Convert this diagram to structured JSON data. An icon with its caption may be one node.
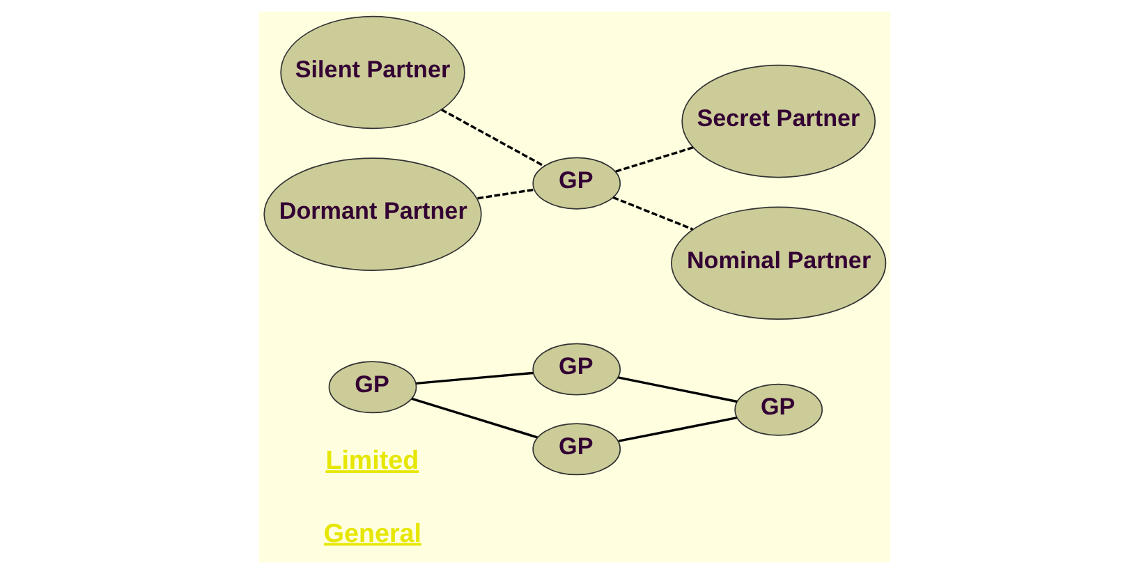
{
  "diagram": {
    "nodes": [
      {
        "text": [
          "GP"
        ]
      },
      {
        "text": [
          "GP"
        ]
      },
      {
        "text": [
          "GP"
        ]
      },
      {
        "text": [
          "GP"
        ]
      },
      {
        "text": [
          "Silent Partner"
        ]
      },
      {
        "text": [
          "Secret Partner"
        ]
      },
      {
        "text": [
          "GP"
        ]
      },
      {
        "text": [
          "Dormant Partner"
        ]
      },
      {
        "text": [
          "Nominal Partner"
        ]
      }
    ],
    "edges": [
      {
        "from": 1,
        "to": 0,
        "arrow": "none"
      },
      {
        "from": 0,
        "to": 2,
        "arrow": "none"
      },
      {
        "from": 1,
        "to": 3,
        "arrow": "none"
      },
      {
        "from": 3,
        "to": 2,
        "arrow": "none"
      },
      {
        "from": 4,
        "to": 6,
        "arrow": "none",
        "style": "dashed"
      },
      {
        "from": 6,
        "to": 5,
        "arrow": "none",
        "style": "dashed"
      },
      {
        "from": 7,
        "to": 6,
        "arrow": "none",
        "style": "dashed"
      },
      {
        "from": 6,
        "to": 8,
        "arrow": "none",
        "style": "dashed"
      }
    ],
    "labels": [
      "General",
      "Limited"
    ]
  }
}
